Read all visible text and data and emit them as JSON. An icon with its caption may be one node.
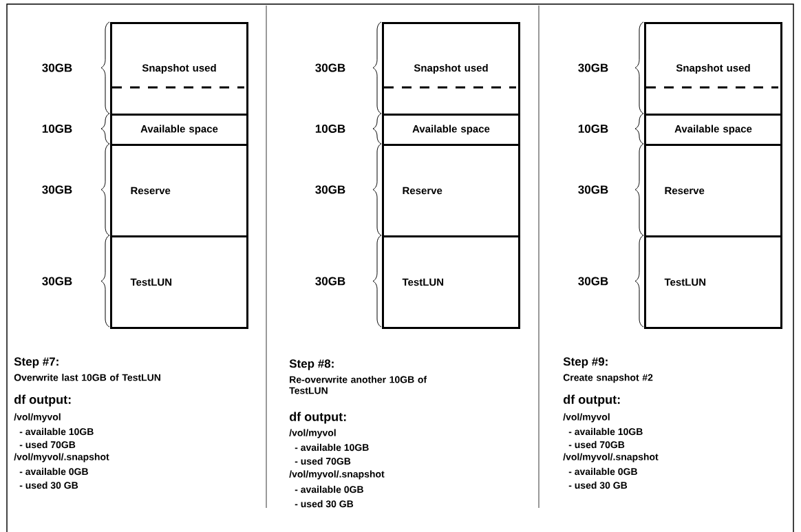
{
  "diagram": {
    "nodes": [
      {
        "text": [
          "Snapshot used"
        ],
        "beside": [
          "30GB"
        ]
      },
      {
        "text": [
          "Available space"
        ],
        "beside": [
          "10GB"
        ]
      },
      {
        "text": [
          "Reserve"
        ],
        "beside": [
          "30GB"
        ]
      },
      {
        "text": [
          "TestLUN"
        ],
        "beside": [
          "30GB"
        ]
      },
      {
        "text": [
          "Snapshot used"
        ],
        "beside": [
          "30GB"
        ]
      },
      {
        "text": [
          "Available space"
        ],
        "beside": [
          "10GB"
        ]
      },
      {
        "text": [
          "Reserve"
        ],
        "beside": [
          "30GB"
        ]
      },
      {
        "text": [
          "TestLUN"
        ],
        "beside": [
          "30GB"
        ]
      },
      {
        "text": [
          "Snapshot used"
        ],
        "beside": [
          "30GB"
        ]
      },
      {
        "text": [
          "Available space"
        ],
        "beside": [
          "10GB"
        ]
      },
      {
        "text": [
          "Reserve"
        ],
        "beside": [
          "30GB"
        ]
      },
      {
        "text": [
          "TestLUN"
        ],
        "beside": [
          "30GB"
        ]
      }
    ],
    "labels": [
      "Step #7:",
      "Overwrite last 10GB of TestLUN",
      "df output:",
      "/vol/myvol",
      "- available 10GB",
      "- used 70GB",
      "/vol/myvol/.snapshot",
      "- available 0GB",
      "- used 30 GB",
      "Step #8:",
      "Re-overwrite another 10GB of TestLUN",
      "df output:",
      "/vol/myvol",
      "- available 10GB",
      "- used 70GB",
      "/vol/myvol/.snapshot",
      "- available 0GB",
      "- used 30 GB",
      "Step #9:",
      "Create snapshot #2",
      "df output:",
      "/vol/myvol",
      "- available 10GB",
      "- used 70GB",
      "/vol/myvol/.snapshot",
      "- available 0GB",
      "- used 30 GB"
    ]
  }
}
